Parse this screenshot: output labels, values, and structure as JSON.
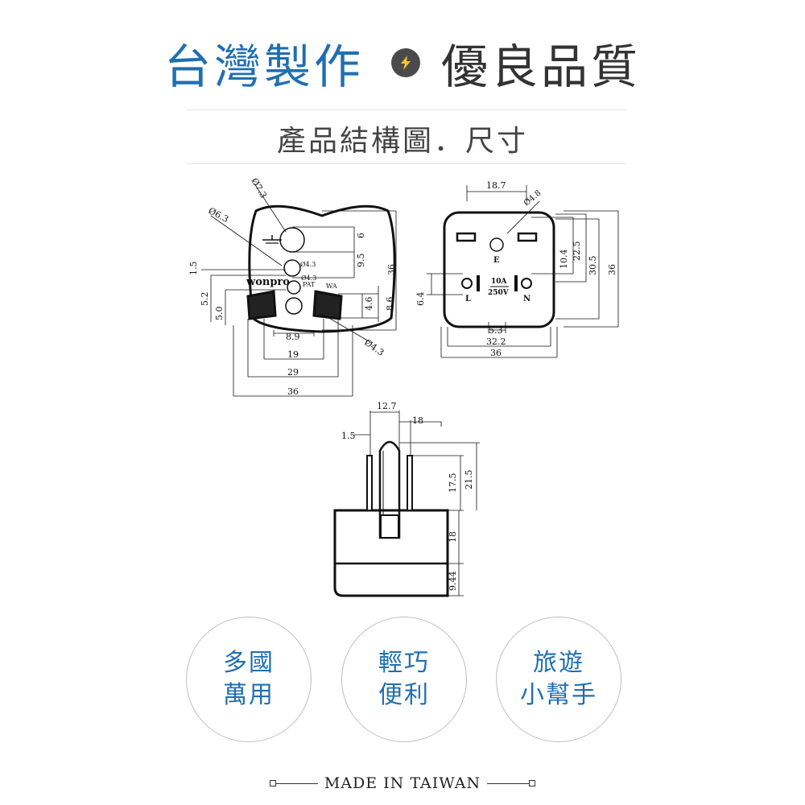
{
  "header": {
    "left_text": "台灣製作",
    "right_text": "優良品質",
    "accent_color": "#1f6fb2",
    "divider_icon": "lightning-bolt-icon"
  },
  "subtitle": "產品結構圖．尺寸",
  "diagram_front": {
    "brand": "wonpro",
    "dims": [
      "Ø7.3",
      "Ø6.3",
      "Ø4.3",
      "Ø4.3",
      "Ø4.3",
      "PAT",
      "WA",
      "6",
      "9.5",
      "36",
      "4.6",
      "8.6",
      "1.5",
      "5.2",
      "5.0",
      "8.9",
      "19",
      "29",
      "36"
    ]
  },
  "diagram_back": {
    "dims": [
      "18.7",
      "Ø4.8",
      "10.4",
      "22.5",
      "30.5",
      "36",
      "6.4",
      "5.3",
      "32.2",
      "36"
    ],
    "labels": [
      "E",
      "L",
      "N",
      "10A",
      "250V"
    ]
  },
  "diagram_side": {
    "dims": [
      "12.7",
      "18",
      "1.5",
      "17.5",
      "21.5",
      "18",
      "9.44"
    ]
  },
  "features": [
    {
      "line1": "多國",
      "line2": "萬用"
    },
    {
      "line1": "輕巧",
      "line2": "便利"
    },
    {
      "line1": "旅遊",
      "line2": "小幫手"
    }
  ],
  "footer": "MADE IN TAIWAN"
}
